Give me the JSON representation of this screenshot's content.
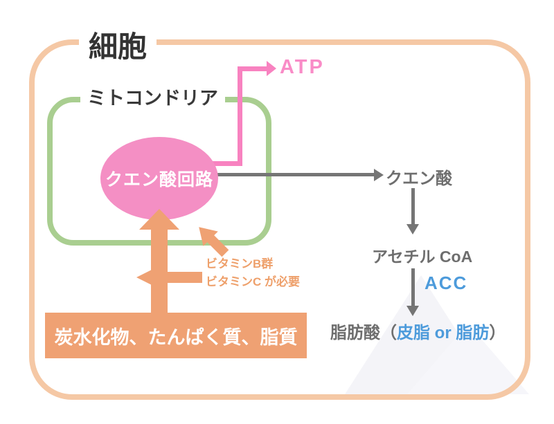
{
  "cell": {
    "label": "細胞"
  },
  "mitochondria": {
    "label": "ミトコンドリア"
  },
  "cycle": {
    "label": "クエン酸回路"
  },
  "outputs": {
    "atp": "ATP",
    "citric_acid": "クエン酸",
    "acetyl_coa": "アセチル CoA",
    "acc": "ACC",
    "fatty_acid_prefix": "脂肪酸（",
    "fatty_acid_highlight": "皮脂 or 脂肪",
    "fatty_acid_suffix": "）"
  },
  "inputs": {
    "nutrients": "炭水化物、たんぱく質、脂質",
    "vitamin_line1": "ビタミンB群",
    "vitamin_line2": "ビタミンC が必要"
  },
  "colors": {
    "cell_border": "#f5c8a5",
    "mitochondria_border": "#a9ce90",
    "cycle_fill": "#f48fc4",
    "atp_pink": "#f882c0",
    "orange": "#efa173",
    "orange_text": "#eea06b",
    "gray": "#757575",
    "blue": "#4d9bdb",
    "title_black": "#333333",
    "watermark": "#f4f4f8"
  }
}
